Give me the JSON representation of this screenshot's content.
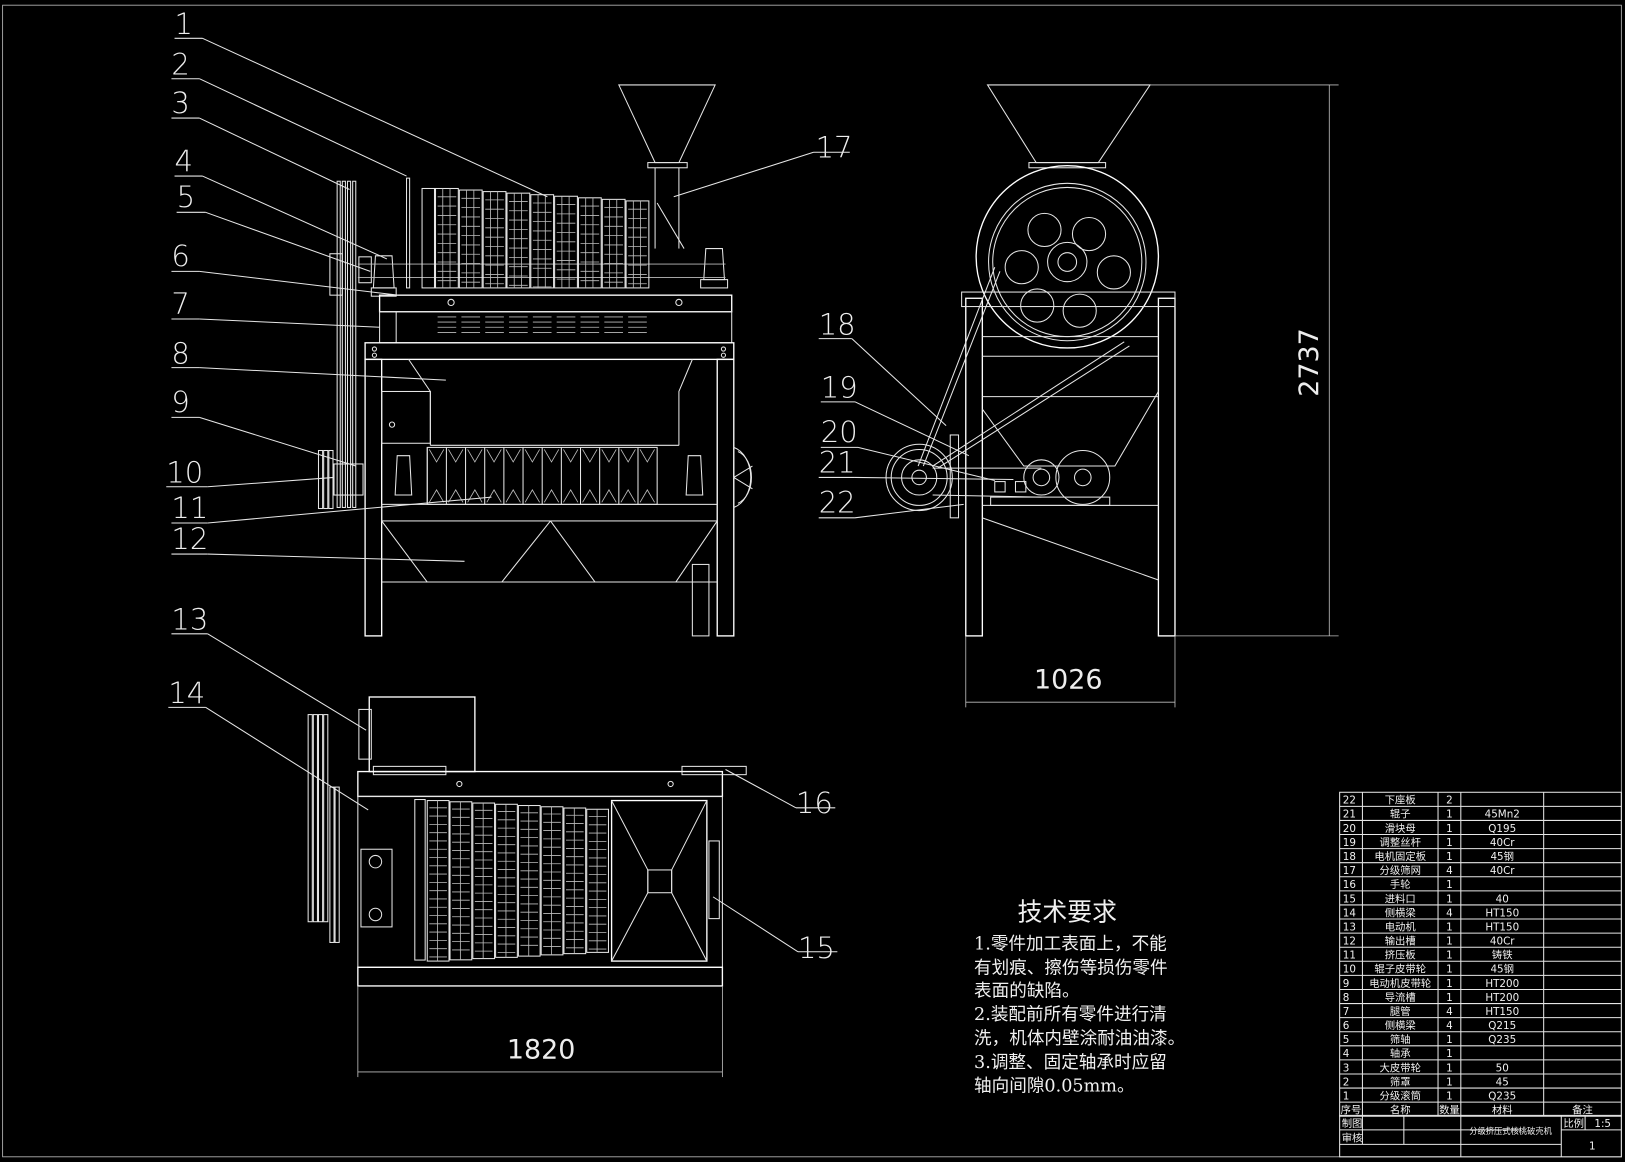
{
  "drawing": {
    "title_block": {
      "drawing_name": "分级挤压式核桃破壳机",
      "scale_label": "比例",
      "scale_value": "1:5",
      "sheet_number": "1",
      "drawn_by_label": "制图",
      "checked_by_label": "审核"
    },
    "bom_headers": {
      "no": "序号",
      "name": "名称",
      "qty": "数量",
      "material": "材料",
      "remark": "备注"
    },
    "bom": [
      {
        "no": "22",
        "name": "下座板",
        "qty": "2",
        "material": ""
      },
      {
        "no": "21",
        "name": "辊子",
        "qty": "1",
        "material": "45Mn2"
      },
      {
        "no": "20",
        "name": "滑块母",
        "qty": "1",
        "material": "Q195"
      },
      {
        "no": "19",
        "name": "调整丝杆",
        "qty": "1",
        "material": "40Cr"
      },
      {
        "no": "18",
        "name": "电机固定板",
        "qty": "1",
        "material": "45钢"
      },
      {
        "no": "17",
        "name": "分级筛网",
        "qty": "4",
        "material": "40Cr"
      },
      {
        "no": "16",
        "name": "手轮",
        "qty": "1",
        "material": ""
      },
      {
        "no": "15",
        "name": "进料口",
        "qty": "1",
        "material": "40"
      },
      {
        "no": "14",
        "name": "侧横梁",
        "qty": "4",
        "material": "HT150"
      },
      {
        "no": "13",
        "name": "电动机",
        "qty": "1",
        "material": "HT150"
      },
      {
        "no": "12",
        "name": "输出槽",
        "qty": "1",
        "material": "40Cr"
      },
      {
        "no": "11",
        "name": "挤压板",
        "qty": "1",
        "material": "铸铁"
      },
      {
        "no": "10",
        "name": "辊子皮带轮",
        "qty": "1",
        "material": "45钢"
      },
      {
        "no": "9",
        "name": "电动机皮带轮",
        "qty": "1",
        "material": "HT200"
      },
      {
        "no": "8",
        "name": "导流槽",
        "qty": "1",
        "material": "HT200"
      },
      {
        "no": "7",
        "name": "腿管",
        "qty": "4",
        "material": "HT150"
      },
      {
        "no": "6",
        "name": "侧横梁",
        "qty": "4",
        "material": "Q215"
      },
      {
        "no": "5",
        "name": "筛轴",
        "qty": "1",
        "material": "Q235"
      },
      {
        "no": "4",
        "name": "轴承",
        "qty": "1",
        "material": ""
      },
      {
        "no": "3",
        "name": "大皮带轮",
        "qty": "1",
        "material": "50"
      },
      {
        "no": "2",
        "name": "筛罩",
        "qty": "1",
        "material": "45"
      },
      {
        "no": "1",
        "name": "分级滚筒",
        "qty": "1",
        "material": "Q235"
      }
    ],
    "tech_requirements": {
      "title": "技术要求",
      "lines": [
        "1.零件加工表面上，不能",
        "有划痕、擦伤等损伤零件",
        "表面的缺陷。",
        "2.装配前所有零件进行清",
        "洗，机体内壁涂耐油油漆。",
        "3.调整、固定轴承时应留",
        "轴向间隙0.05mm。"
      ]
    },
    "dimensions": {
      "overall_height": "2737",
      "side_width": "1026",
      "top_length": "1820"
    },
    "balloons": [
      "1",
      "2",
      "3",
      "4",
      "5",
      "6",
      "7",
      "8",
      "9",
      "10",
      "11",
      "12",
      "13",
      "14",
      "15",
      "16",
      "17",
      "18",
      "19",
      "20",
      "21",
      "22"
    ]
  }
}
